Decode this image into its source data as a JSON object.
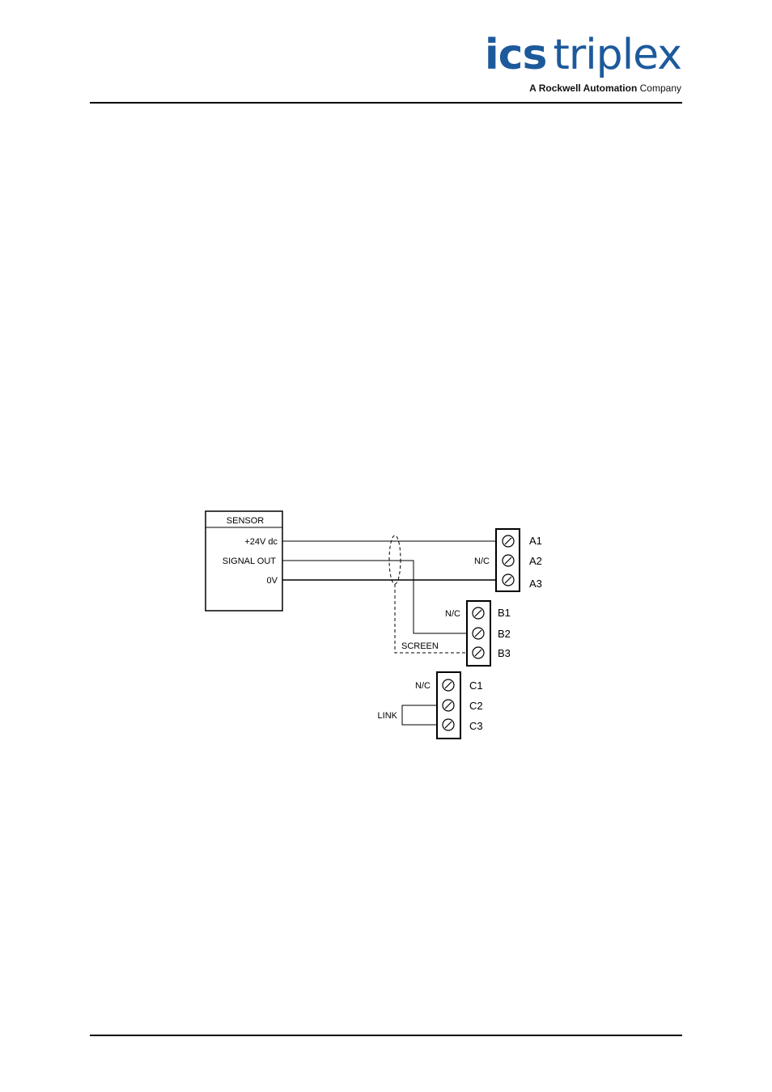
{
  "header": {
    "logo_ics": "ics",
    "logo_triplex": "triplex",
    "logo_tagline": "A Rockwell Automation",
    "logo_company": "Company"
  },
  "diagram": {
    "sensor_title": "SENSOR",
    "sensor_pins": [
      "+24V dc",
      "SIGNAL OUT",
      "0V"
    ],
    "terminal_block_a": {
      "labels": [
        "A1",
        "A2",
        "A3"
      ],
      "nc_label": "N/C"
    },
    "terminal_block_b": {
      "labels": [
        "B1",
        "B2",
        "B3"
      ],
      "nc_label": "N/C"
    },
    "terminal_block_c": {
      "labels": [
        "C1",
        "C2",
        "C3"
      ],
      "nc_label": "N/C"
    },
    "screen_label": "SCREEN",
    "link_label": "LINK"
  }
}
